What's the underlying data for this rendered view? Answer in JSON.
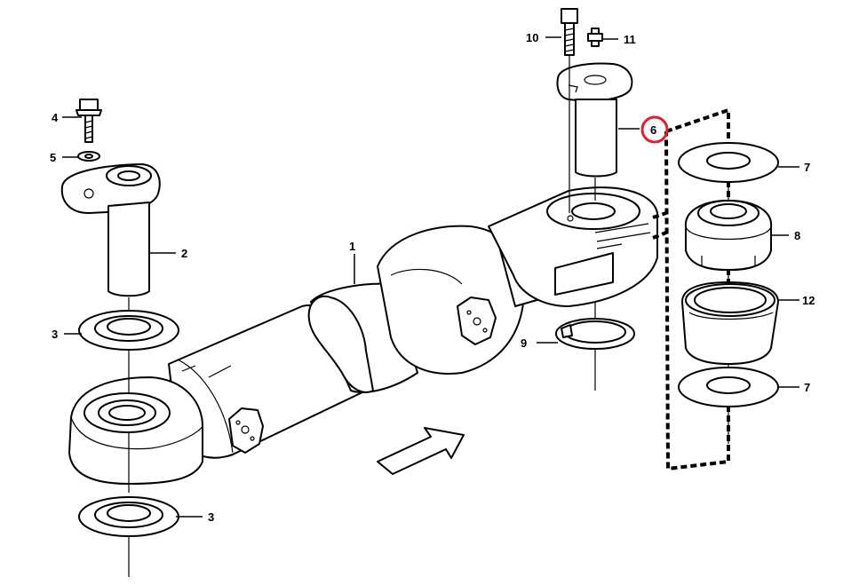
{
  "callouts": {
    "c1": "1",
    "c2": "2",
    "c3a": "3",
    "c3b": "3",
    "c4": "4",
    "c5": "5",
    "c6": "6",
    "c7a": "7",
    "c7b": "7",
    "c8": "8",
    "c9": "9",
    "c10": "10",
    "c11": "11",
    "c12": "12"
  },
  "highlight": {
    "callout": "6",
    "color": "#e0202a"
  }
}
